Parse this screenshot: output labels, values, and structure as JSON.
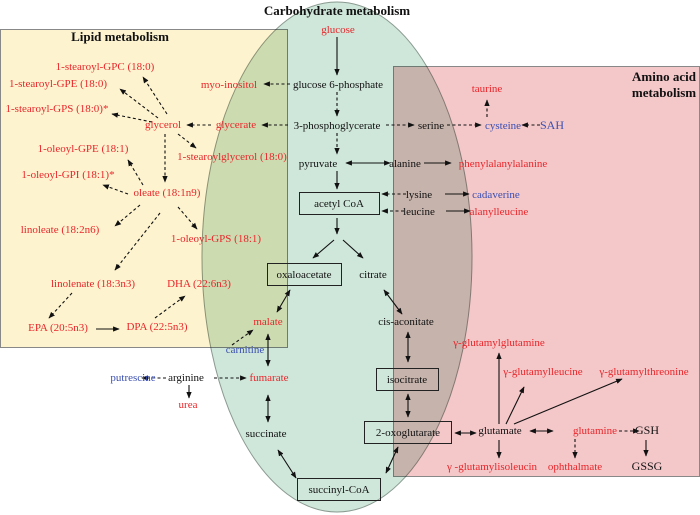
{
  "titles": {
    "lipid": "Lipid metabolism",
    "carbohydrate": "Carbohydrate metabolism",
    "amino_line1": "Amino acid",
    "amino_line2": "metabolism"
  },
  "colors": {
    "lipid_region": "#fdf3cf",
    "carbohydrate_region": "#cfe6da",
    "amino_region": "#f4c7c9",
    "increased_metabolite": "#e8262a",
    "decreased_metabolite": "#3a4fb0",
    "unchanged_metabolite": "#111111"
  },
  "lipid": {
    "stearoyl_gpc": "1-stearoyl-GPC (18:0)",
    "stearoyl_gpe": "1-stearoyl-GPE (18:0)",
    "stearoyl_gps": "1-stearoyl-GPS (18:0)*",
    "glycerol": "glycerol",
    "glycerate": "glycerate",
    "myo_inositol": "myo-inositol",
    "stearoylglycerol": "1-stearoylglycerol (18:0)",
    "oleoyl_gpe": "1-oleoyl-GPE (18:1)",
    "oleoyl_gpi": "1-oleoyl-GPI (18:1)*",
    "oleate": "oleate (18:1n9)",
    "linoleate": "linoleate (18:2n6)",
    "oleoyl_gps": "1-oleoyl-GPS (18:1)",
    "linolenate": "linolenate (18:3n3)",
    "dha": "DHA (22:6n3)",
    "epa": "EPA (20:5n3)",
    "dpa": "DPA (22:5n3)"
  },
  "carbohydrate": {
    "glucose": "glucose",
    "g6p": "glucose 6-phosphate",
    "pg3": "3-phosphoglycerate",
    "pyruvate": "pyruvate",
    "acetyl_coa": "acetyl CoA",
    "oxaloacetate": "oxaloacetate",
    "citrate": "citrate",
    "cis_aconitate": "cis-aconitate",
    "isocitrate": "isocitrate",
    "oxoglutarate": "2-oxoglutarate",
    "succinyl_coa": "succinyl-CoA",
    "succinate": "succinate",
    "fumarate": "fumarate",
    "malate": "malate",
    "carnitine": "carnitine",
    "arginine": "arginine",
    "putrescine": "putrescine",
    "urea": "urea"
  },
  "amino": {
    "serine": "serine",
    "cysteine": "cysteine",
    "sah": "SAH",
    "taurine": "taurine",
    "alanine": "alanine",
    "phenylalanylalanine": "phenylalanylalanine",
    "lysine": "lysine",
    "leucine": "leucine",
    "cadaverine": "cadaverine",
    "alanylleucine": "alanylleucine",
    "glu_gln": "γ-glutamylglutamine",
    "glu_leu": "γ-glutamylleucine",
    "glu_thr": "γ-glutamylthreonine",
    "glutamate": "glutamate",
    "glutamine": "glutamine",
    "gsh": "GSH",
    "gssg": "GSSG",
    "glu_ile": "γ -glutamylisoleucin",
    "ophthalmate": "ophthalmate"
  }
}
